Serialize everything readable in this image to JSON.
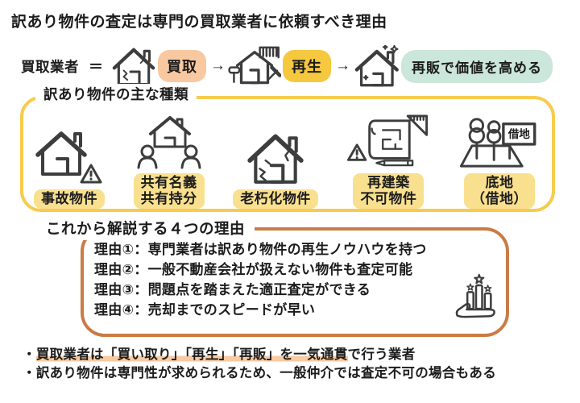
{
  "page": {
    "title": "訳あり物件の査定は専門の買取業者に依頼すべき理由"
  },
  "flow": {
    "label": "買取業者",
    "equals": "＝",
    "arrow": "→",
    "steps": {
      "buy": "買取",
      "regen": "再生",
      "resale": "再販で価値を高める"
    },
    "icons": [
      "cracked-house-icon",
      "renovation-house-icon",
      "sparkle-house-icon"
    ]
  },
  "kinds": {
    "title": "訳あり物件の主な種類",
    "items": [
      {
        "label": "事故物件",
        "icon": "house-warning-icon"
      },
      {
        "label": "共有名義\n共有持分",
        "icon": "house-co-owners-icon"
      },
      {
        "label": "老朽化物件",
        "icon": "house-cracked-icon"
      },
      {
        "label": "再建築\n不可物件",
        "icon": "blueprint-warning-icon"
      },
      {
        "label": "底地\n（借地）",
        "icon": "leasehold-land-icon"
      }
    ],
    "leasehold_sign": "借地"
  },
  "reasons": {
    "heading": "これから解説する４つの理由",
    "icon": "hand-growth-chart-icon",
    "items": [
      "理由①：専門業者は訳あり物件の再生ノウハウを持つ",
      "理由②：一般不動産会社が扱えない物件も査定可能",
      "理由③：問題点を踏まえた適正査定ができる",
      "理由④：売却までのスピードが早い"
    ]
  },
  "notes": {
    "marker": "・",
    "note1_highlight": "買取業者は「買い取り」「再生」「再販」を一気通貫",
    "note1_rest": "で行う業者",
    "note2": "訳あり物件は専門性が求められるため、一般仲介では査定不可の場合もある"
  },
  "colors": {
    "buy_pill": "#F8C9A1",
    "regen_pill": "#F5C83F",
    "resale_pill": "#CBE6DA",
    "kinds_border": "#F7CB4D",
    "chip_bg": "#F9E08F",
    "reasons_border": "#CB7B45",
    "note_highlight": "#F7CBA3",
    "text": "#1C1C1C",
    "icon_stroke": "#3D3D3D"
  }
}
